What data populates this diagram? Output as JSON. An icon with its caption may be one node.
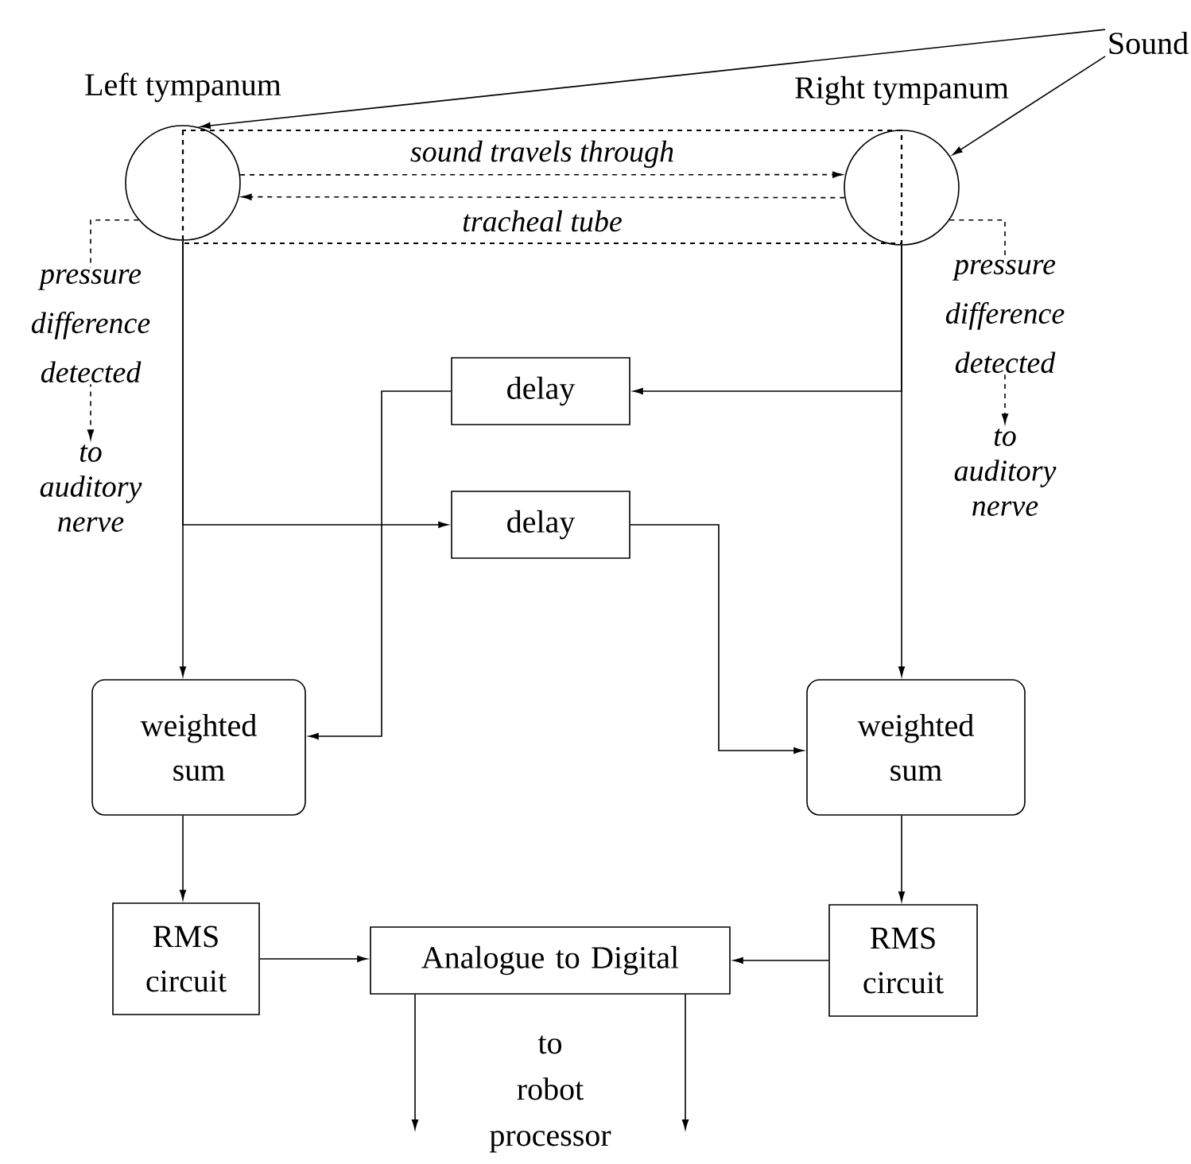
{
  "diagram": {
    "nodes": [
      {
        "text": [
          "Left tympanum"
        ]
      },
      {
        "text": [
          "Right tympanum"
        ]
      },
      {
        "text": [
          "Sound"
        ]
      },
      {
        "text": [
          "to auditory nerve"
        ]
      },
      {
        "text": [
          "to auditory nerve"
        ]
      },
      {
        "text": [
          "delay"
        ]
      },
      {
        "text": [
          "delay"
        ]
      },
      {
        "text": [
          "weighted sum"
        ]
      },
      {
        "text": [
          "weighted sum"
        ]
      },
      {
        "text": [
          "RMS circuit"
        ]
      },
      {
        "text": [
          "Analogue to Digital"
        ]
      },
      {
        "text": [
          "RMS circuit"
        ]
      }
    ],
    "edges": [
      {
        "from": 2,
        "to": 0,
        "arrow": "to"
      },
      {
        "from": 2,
        "to": 1,
        "arrow": "to"
      },
      {
        "from": 0,
        "to": 1,
        "arrow": "to",
        "style": "dashed",
        "label": "sound travels through"
      },
      {
        "from": 1,
        "to": 0,
        "arrow": "to",
        "style": "dashed",
        "label": "tracheal tube"
      },
      {
        "from": 0,
        "to": 3,
        "arrow": "to",
        "style": "dashed",
        "label": "pressure difference detected"
      },
      {
        "from": 1,
        "to": 4,
        "arrow": "to",
        "style": "dashed",
        "label": "pressure difference detected"
      },
      {
        "from": 0,
        "to": 7,
        "arrow": "to"
      },
      {
        "from": 1,
        "to": 8,
        "arrow": "to"
      },
      {
        "from": 1,
        "to": 5,
        "arrow": "to"
      },
      {
        "from": 0,
        "to": 6,
        "arrow": "to"
      },
      {
        "from": 5,
        "to": 7,
        "arrow": "to"
      },
      {
        "from": 6,
        "to": 8,
        "arrow": "to"
      },
      {
        "from": 7,
        "to": 9,
        "arrow": "to"
      },
      {
        "from": 8,
        "to": 11,
        "arrow": "to"
      },
      {
        "from": 9,
        "to": 10,
        "arrow": "to"
      },
      {
        "from": 11,
        "to": 10,
        "arrow": "to"
      },
      {
        "from": 10,
        "to": null,
        "arrow": "to"
      },
      {
        "from": 10,
        "to": null,
        "arrow": "to"
      }
    ],
    "labels": [
      "to robot processor"
    ]
  }
}
